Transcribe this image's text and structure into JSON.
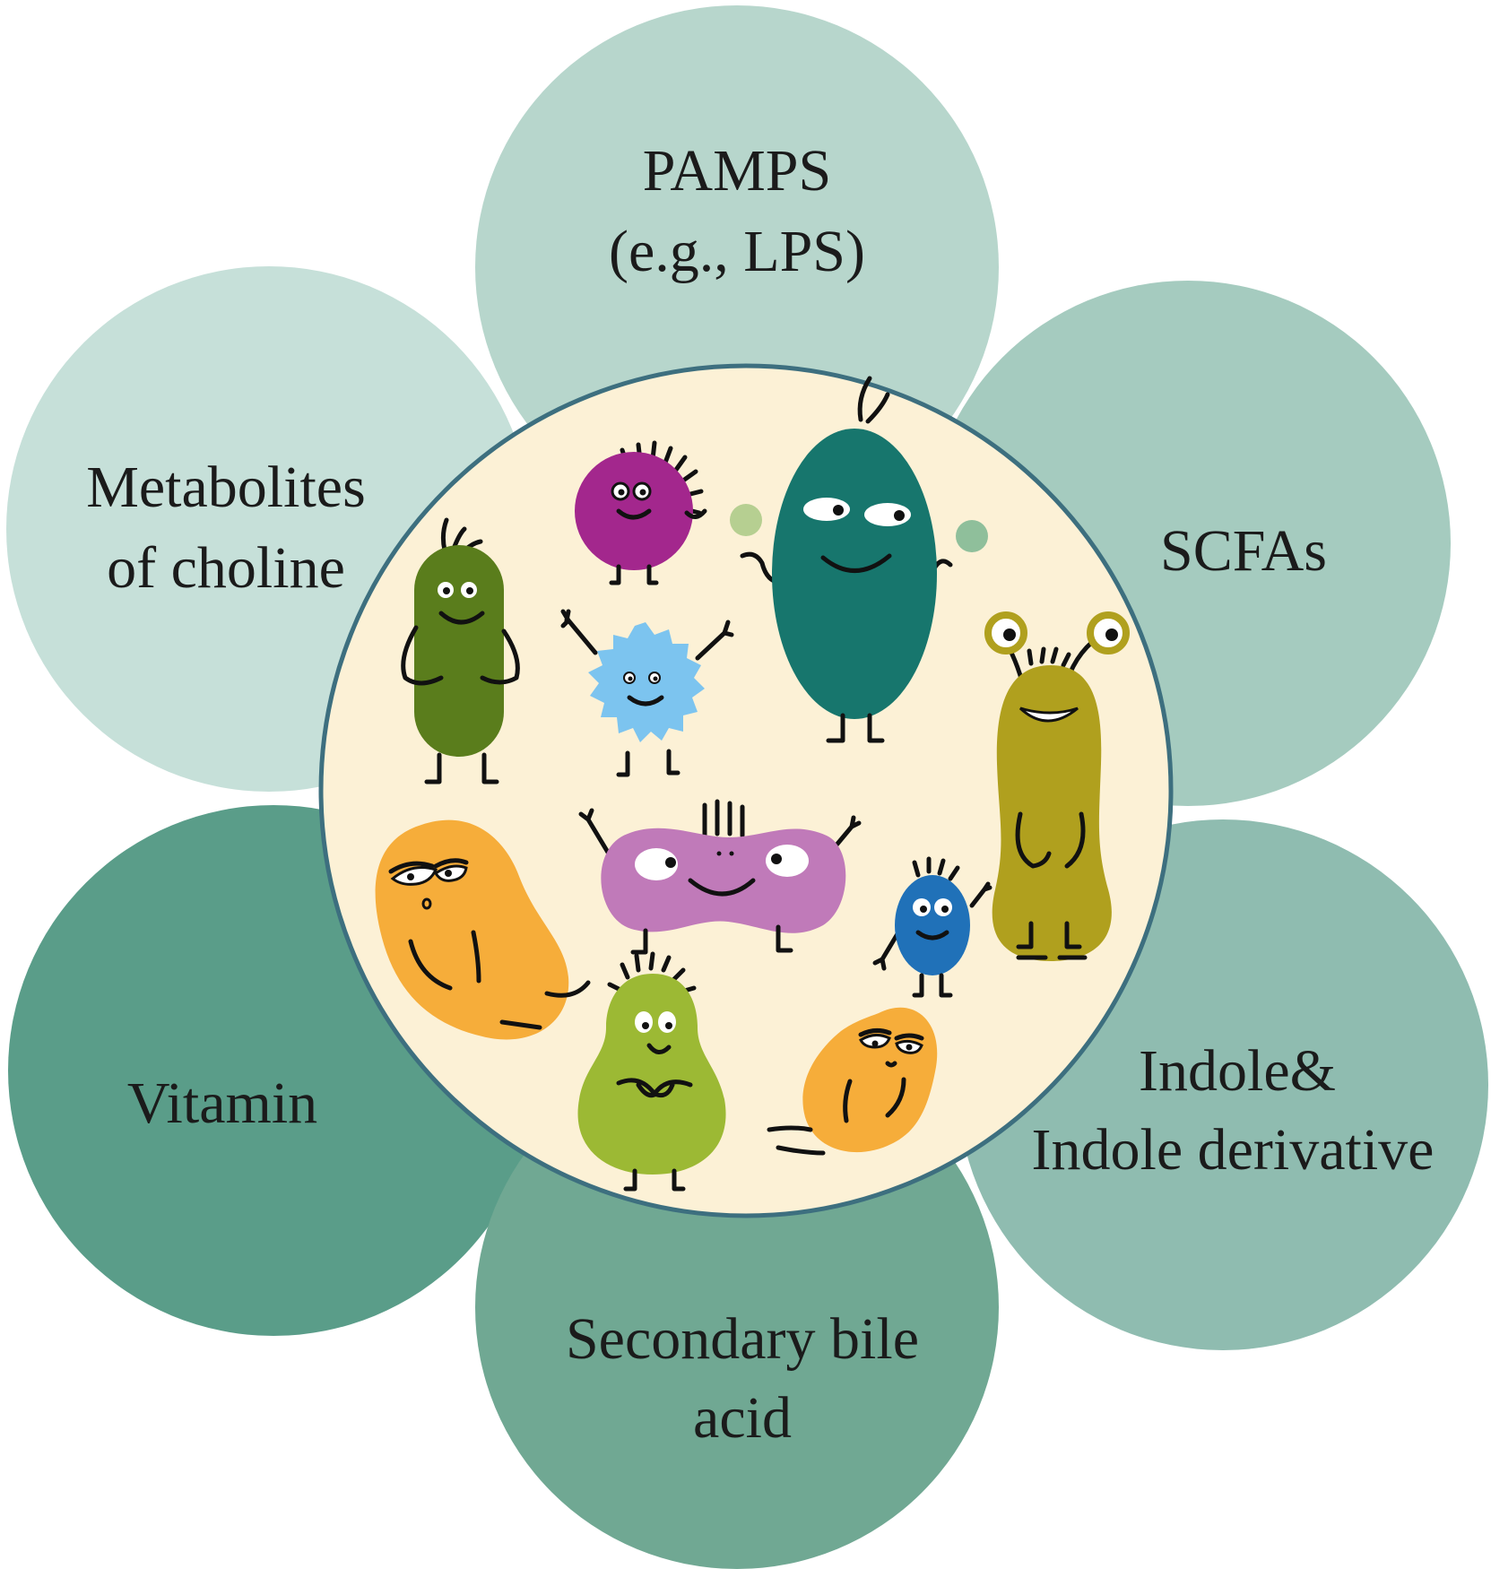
{
  "colors": {
    "petal_top": "#b7d6cc",
    "petal_upper_left": "#c6e0d9",
    "petal_upper_right": "#a5cbbf",
    "petal_lower_left": "#5a9d89",
    "petal_lower_right": "#8fbcb0",
    "petal_bottom": "#70a893",
    "center_fill": "#fcf1d6",
    "center_stroke": "#3d6f7f"
  },
  "petals": {
    "top": {
      "line1": "PAMPS",
      "line2": "(e.g., LPS)"
    },
    "upper_left": {
      "line1": "Metabolites",
      "line2": "of choline"
    },
    "upper_right": {
      "line1": "SCFAs"
    },
    "lower_left": {
      "line1": "Vitamin"
    },
    "lower_right": {
      "line1": "Indole&",
      "line2": "Indole derivative"
    },
    "bottom": {
      "line1": "Secondary bile",
      "line2": "acid"
    }
  },
  "microbes": [
    {
      "icon": "magenta-coccus-microbe-icon",
      "color": "#a3278d"
    },
    {
      "icon": "teal-oval-microbe-icon",
      "color": "#17766d"
    },
    {
      "icon": "green-rod-microbe-icon",
      "color": "#5a7d1c"
    },
    {
      "icon": "blue-spiky-microbe-icon",
      "color": "#7cc4ef"
    },
    {
      "icon": "olive-antenna-microbe-icon",
      "color": "#b0a01e"
    },
    {
      "icon": "pink-mask-microbe-icon",
      "color": "#c07ab9"
    },
    {
      "icon": "orange-bean-microbe-icon",
      "color": "#f6ad3a"
    },
    {
      "icon": "small-blue-microbe-icon",
      "color": "#2071b8"
    },
    {
      "icon": "lime-pear-microbe-icon",
      "color": "#9cb934"
    },
    {
      "icon": "orange-small-bean-microbe-icon",
      "color": "#f6ad3a"
    }
  ]
}
